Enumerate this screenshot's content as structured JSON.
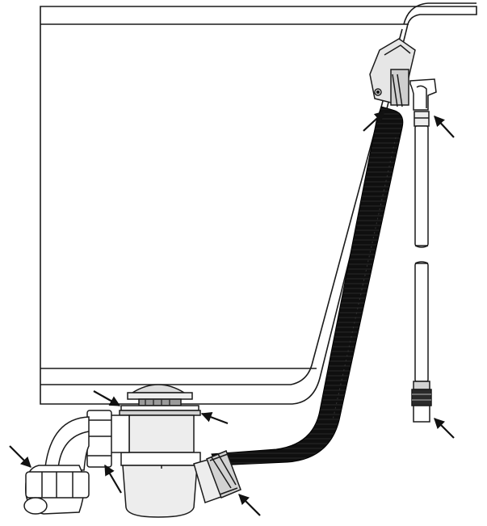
{
  "diagram": {
    "subject": "bath-waste-overflow-installation",
    "colors": {
      "line": "#1a1a1a",
      "hose": "#0f0f0f",
      "fill_white": "#ffffff",
      "fill_light": "#ededed",
      "fill_mid": "#d2d2d2",
      "fill_dark": "#9a9a9a"
    },
    "callout_arrows": [
      {
        "name": "arrow-overflow-gasket",
        "target": "overflow-head-seal"
      },
      {
        "name": "arrow-supply-elbow",
        "target": "supply-hose-elbow"
      },
      {
        "name": "arrow-plug-seal-top",
        "target": "plug-top-gasket"
      },
      {
        "name": "arrow-waste-body-seal",
        "target": "waste-body-lower-seal"
      },
      {
        "name": "arrow-trap-inlet-nut",
        "target": "trap-inlet-nut"
      },
      {
        "name": "arrow-trap-outlet-nut",
        "target": "trap-outlet-union"
      },
      {
        "name": "arrow-hose-connector",
        "target": "overflow-hose-connector"
      },
      {
        "name": "arrow-supply-fitting",
        "target": "supply-hose-end-fitting"
      }
    ]
  }
}
